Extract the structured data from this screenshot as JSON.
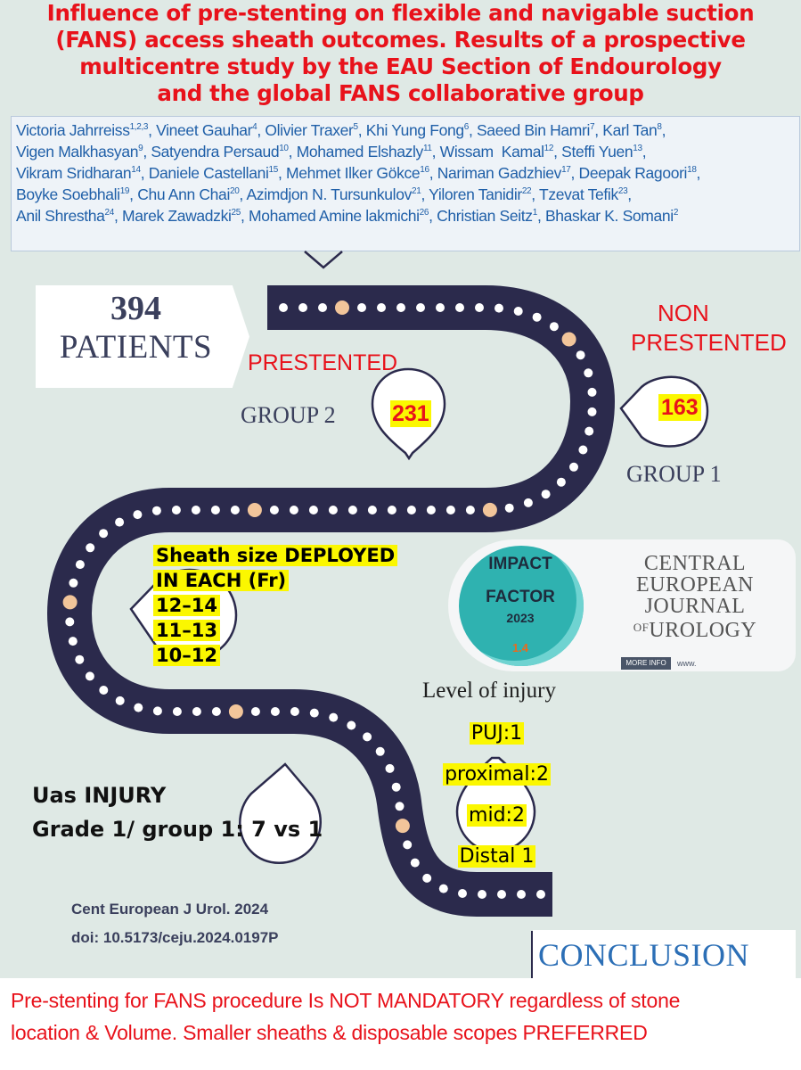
{
  "title_lines": [
    "Influence of pre-stenting on flexible and navigable suction",
    "(FANS) access sheath outcomes. Results of a prospective",
    "multicentre study by the EAU Section of Endourology",
    "and the global FANS collaborative group"
  ],
  "authors": {
    "line1": [
      {
        "name": "Victoria Jahrreiss",
        "sup": "1,2,3"
      },
      {
        "name": "Vineet Gauhar",
        "sup": "4"
      },
      {
        "name": "Olivier Traxer",
        "sup": "5"
      },
      {
        "name": "Khi Yung Fong",
        "sup": "6"
      },
      {
        "name": "Saeed Bin Hamri",
        "sup": "7"
      },
      {
        "name": "Karl Tan",
        "sup": "8"
      }
    ],
    "line2": [
      {
        "name": "Vigen Malkhasyan",
        "sup": "9"
      },
      {
        "name": "Satyendra Persaud",
        "sup": "10"
      },
      {
        "name": "Mohamed Elshazly",
        "sup": "11"
      },
      {
        "name": "Wissam  Kamal",
        "sup": "12"
      },
      {
        "name": "Steffi Yuen",
        "sup": "13"
      }
    ],
    "line3": [
      {
        "name": "Vikram Sridharan",
        "sup": "14"
      },
      {
        "name": "Daniele Castellani",
        "sup": "15"
      },
      {
        "name": "Mehmet Ilker Gökce",
        "sup": "16"
      },
      {
        "name": "Nariman Gadzhiev",
        "sup": "17"
      },
      {
        "name": "Deepak Ragoori",
        "sup": "18"
      }
    ],
    "line4": [
      {
        "name": "Boyke Soebhali",
        "sup": "19"
      },
      {
        "name": "Chu Ann Chai",
        "sup": "20"
      },
      {
        "name": "Azimdjon N. Tursunkulov",
        "sup": "21"
      },
      {
        "name": "Yiloren Tanidir",
        "sup": "22"
      },
      {
        "name": "Tzevat Tefik",
        "sup": "23"
      }
    ],
    "line5": [
      {
        "name": "Anil Shrestha",
        "sup": "24"
      },
      {
        "name": "Marek Zawadzki",
        "sup": "25"
      },
      {
        "name": "Mohamed Amine lakmichi",
        "sup": "26"
      },
      {
        "name": "Christian Seitz",
        "sup": "1"
      },
      {
        "name": "Bhaskar K. Somani",
        "sup": "2"
      }
    ]
  },
  "patients": {
    "count": "394",
    "label": "PATIENTS"
  },
  "group2": {
    "status": "PRESTENTED",
    "label": "GROUP 2",
    "count": "231"
  },
  "group1": {
    "status_line1": "NON",
    "status_line2": "PRESTENTED",
    "label": "GROUP 1",
    "count": "163"
  },
  "sheath": {
    "heading_line1": "Sheath size DEPLOYED",
    "heading_line2": "IN EACH (Fr)",
    "sizes": [
      "12–14",
      "11–13",
      "10–12"
    ]
  },
  "journal": {
    "badge_line1": "IMPACT",
    "badge_line2": "FACTOR",
    "badge_year": "2023",
    "impact_value": "1.4",
    "name_line1": "CENTRAL",
    "name_line2": "EUROPEAN",
    "name_line3": "JOURNAL",
    "name_of": "OF",
    "name_line4": "UROLOGY",
    "more_info": "MORE INFO",
    "url_fragment": "www."
  },
  "injury_level": {
    "heading": "Level of injury",
    "items": [
      "PUJ:1",
      "proximal:2",
      "mid:2",
      "Distal 1"
    ]
  },
  "uas": {
    "line1": "Uas INJURY",
    "line2_label": "Grade 1/ group 1:",
    "line2_value": "7 vs 1"
  },
  "citation": {
    "line1": "Cent European J Urol. 2024",
    "line2": "doi: 10.5173/ceju.2024.0197P"
  },
  "conclusion": {
    "heading": "CONCLUSION",
    "line1": "Pre-stenting for FANS procedure Is NOT MANDATORY regardless of stone",
    "line2": "location & Volume. Smaller sheaths & disposable scopes PREFERRED"
  },
  "colors": {
    "background": "#dfe9e5",
    "road": "#2b2a4c",
    "road_dot": "#ffffff",
    "road_accent_dot": "#f2c59a",
    "title_red": "#e8121b",
    "author_blue": "#1f5fa8",
    "highlight_yellow": "#fbf700",
    "navy_text": "#3a3f5c",
    "conclusion_blue": "#2c6fb6"
  },
  "icons": [
    "map-pin-icon",
    "road-icon"
  ]
}
